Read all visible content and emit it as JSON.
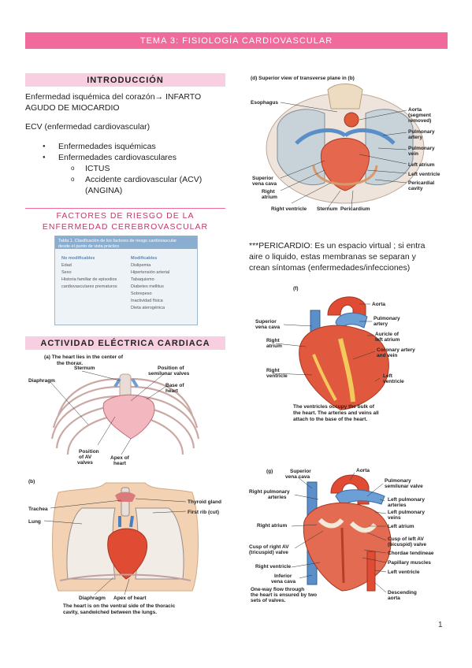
{
  "header": {
    "title": "TEMA 3: FISIOLOGÍA CARDIOVASCULAR"
  },
  "intro": {
    "title": "INTRODUCCIÓN",
    "line1": "Enfermedad isquémica del corazón→ INFARTO",
    "line2": "AGUDO DE MIOCARDIO",
    "ecv": "ECV (enfermedad cardiovascular)",
    "bullets": [
      "Enfermedades isquémicas",
      "Enfermedades cardiovasculares"
    ],
    "sub_bullets": [
      "ICTUS",
      "Accidente cardiovascular (ACV)",
      "(ANGINA)"
    ]
  },
  "factors": {
    "title_line1": "FACTORES DE RIESGO DE LA",
    "title_line2": "ENFERMEDAD CEREBROVASCULAR",
    "table_caption_line1": "Tabla 1. Clasificación de los factores de riesgo cardiovascular",
    "table_caption_line2": "desde el punto de vista práctico",
    "col1_header": "No modificables",
    "col2_header": "Modificables",
    "col1": [
      "Edad",
      "Sexo",
      "Historia familiar de episodios",
      "cardiovasculares prematuros"
    ],
    "col2": [
      "Dislipemia",
      "Hipertensión arterial",
      "Tabaquismo",
      "Diabetes mellitus",
      "Sobrepeso",
      "Inactividad física",
      "Dieta aterogénica"
    ]
  },
  "electric": {
    "title": "ACTIVIDAD ELÉCTRICA CARDIACA"
  },
  "fig_a": {
    "caption_line1": "(a)  The heart lies in the center of",
    "caption_line2": "the thorax.",
    "labels": [
      "Sternum",
      "Position of",
      "semilunar valves",
      "Diaphragm",
      "Base of",
      "heart",
      "Position",
      "of AV",
      "valves",
      "Apex of",
      "heart"
    ]
  },
  "fig_b": {
    "tag": "(b)",
    "labels": [
      "Trachea",
      "Thyroid gland",
      "Lung",
      "First rib (cut)",
      "Diaphragm",
      "Apex of heart"
    ],
    "caption_line1": "The heart is on the ventral side of the thoracic",
    "caption_line2": "cavity, sandwiched between the lungs."
  },
  "fig_d": {
    "caption": "(d) Superior view of transverse plane in (b)",
    "labels": [
      "Esophagus",
      "Aorta",
      "(segment",
      "removed)",
      "Pulmonary",
      "artery",
      "Pulmonary",
      "vein",
      "Left atrium",
      "Left ventricle",
      "Pericardial",
      "cavity",
      "Superior",
      "vena cava",
      "Right",
      "atrium",
      "Right ventricle",
      "Sternum",
      "Pericardium"
    ]
  },
  "pericardio": {
    "line1": "***PERICARDIO: Es un espacio virtual ; si entra",
    "line2": "aire o liquido, estas membranas se separan y",
    "line3": "crean síntomas (enfermedades/infecciones)"
  },
  "fig_f": {
    "tag": "(f)",
    "labels": [
      "Aorta",
      "Superior",
      "vena cava",
      "Pulmonary",
      "artery",
      "Auricle of",
      "left atrium",
      "Right",
      "atrium",
      "Coronary artery",
      "and vein",
      "Right",
      "ventricle",
      "Left",
      "ventricle"
    ],
    "caption_line1": "The ventricles occupy the bulk of",
    "caption_line2": "the heart. The arteries and veins all",
    "caption_line3": "attach to the base of the heart."
  },
  "fig_g": {
    "tag": "(g)",
    "labels": [
      "Superior",
      "vena cava",
      "Aorta",
      "Pulmonary",
      "semilunar valve",
      "Right pulmonary",
      "arteries",
      "Left pulmonary",
      "arteries",
      "Left pulmonary",
      "veins",
      "Right atrium",
      "Left atrium",
      "Cusp of left AV",
      "(bicuspid) valve",
      "Cusp of right AV",
      "(tricuspid) valve",
      "Chordae tendineae",
      "Papillary muscles",
      "Right ventricle",
      "Left ventricle",
      "Inferior",
      "vena cava",
      "One-way flow through",
      "the heart is ensured by two",
      "sets of valves.",
      "Descending",
      "aorta"
    ]
  },
  "footer": {
    "page_number": "1"
  },
  "colors": {
    "banner": "#f06a9b",
    "section_bg": "#f7cfe0",
    "accent_text": "#c2366b"
  }
}
